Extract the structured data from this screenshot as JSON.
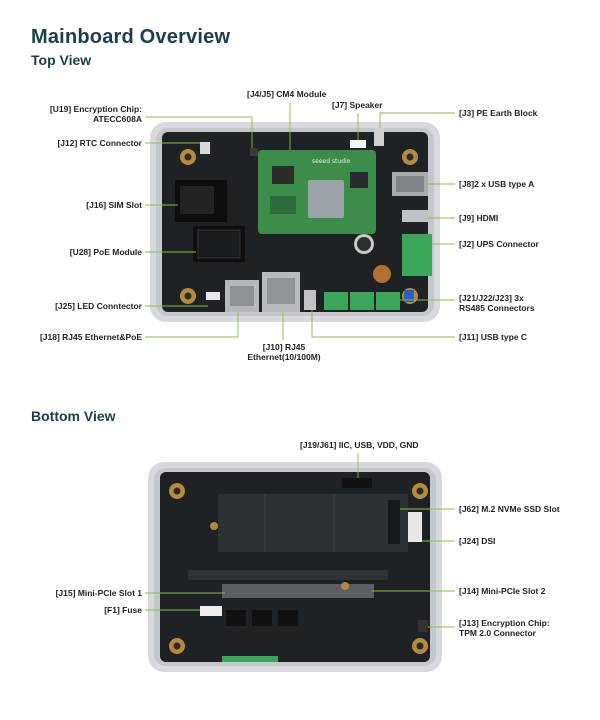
{
  "title": "Mainboard Overview",
  "top_view": {
    "heading": "Top View",
    "board_text": "seeed studio",
    "labels": {
      "u19_line1": "[U19] Encryption Chip:",
      "u19_line2": "ATECC608A",
      "j12": "[J12] RTC Connector",
      "j16": "[J16] SIM Slot",
      "u28": "[U28] PoE Module",
      "j25": "[J25] LED Conntector",
      "j18": "[J18] RJ45 Ethernet&PoE",
      "j10_line1": "[J10] RJ45",
      "j10_line2": "Ethernet(10/100M)",
      "j4j5": "[J4/J5] CM4 Module",
      "j7": "[J7] Speaker",
      "j3": "[J3] PE Earth Block",
      "j8": "[J8]2 x USB type A",
      "j9": "[J9] HDMI",
      "j2": "[J2] UPS Connector",
      "j21_line1": "[J21/J22/J23] 3x",
      "j21_line2": "RS485 Connectors",
      "j11": "[J11] USB type C"
    }
  },
  "bottom_view": {
    "heading": "Bottom View",
    "labels": {
      "j19": "[J19/J61] IIC, USB, VDD, GND",
      "j62": "[J62] M.2 NVMe SSD Slot",
      "j24": "[J24] DSI",
      "j15": "[J15] Mini-PCIe Slot 1",
      "f1": "[F1] Fuse",
      "j14": "[J14] Mini-PCIe Slot 2",
      "j13_line1": "[J13] Encryption Chip:",
      "j13_line2": "TPM 2.0 Connector"
    }
  },
  "colors": {
    "title": "#173f4d",
    "leader": "#8cbc3c",
    "pcb": "#1e2224",
    "enclosure": "#d7d9dc",
    "cm4": "#3c8c4a",
    "terminal": "#3aa65a"
  }
}
